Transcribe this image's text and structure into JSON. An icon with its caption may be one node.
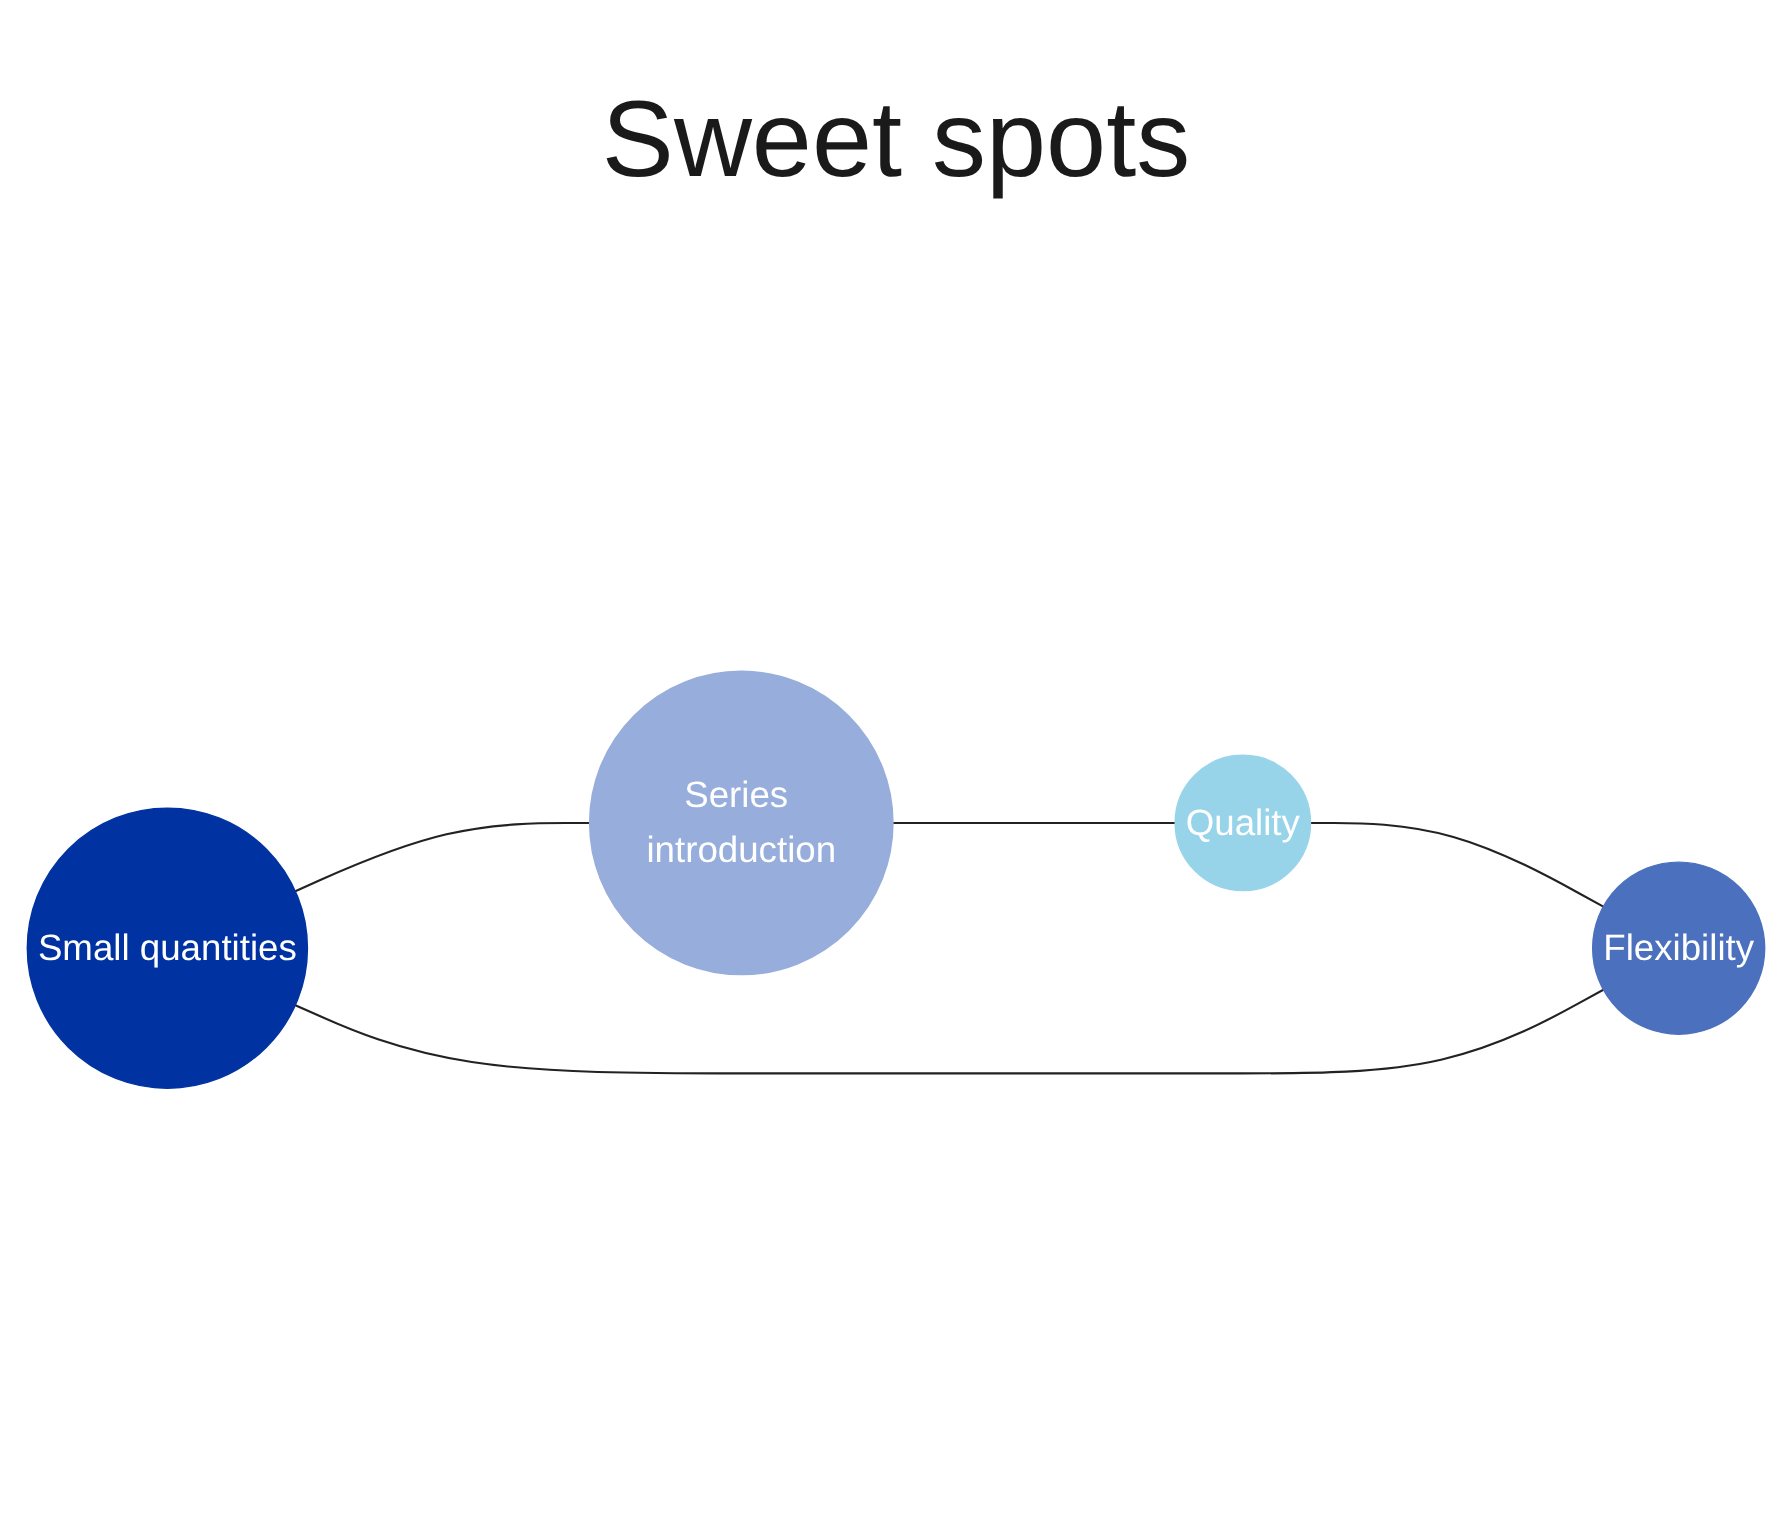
{
  "diagram": {
    "nodes": [
      {
        "text": [
          "Small quantities"
        ]
      },
      {
        "text": [
          "Series introduction"
        ]
      },
      {
        "text": [
          "Flexibility"
        ]
      },
      {
        "text": [
          "Quality"
        ]
      }
    ],
    "edges": [
      {
        "from": 0,
        "to": 1,
        "arrow": "none"
      },
      {
        "from": 1,
        "to": 3,
        "arrow": "none"
      },
      {
        "from": 3,
        "to": 2,
        "arrow": "none"
      },
      {
        "from": 2,
        "to": 0,
        "arrow": "none"
      }
    ],
    "labels": [
      "Sweet spots"
    ]
  }
}
